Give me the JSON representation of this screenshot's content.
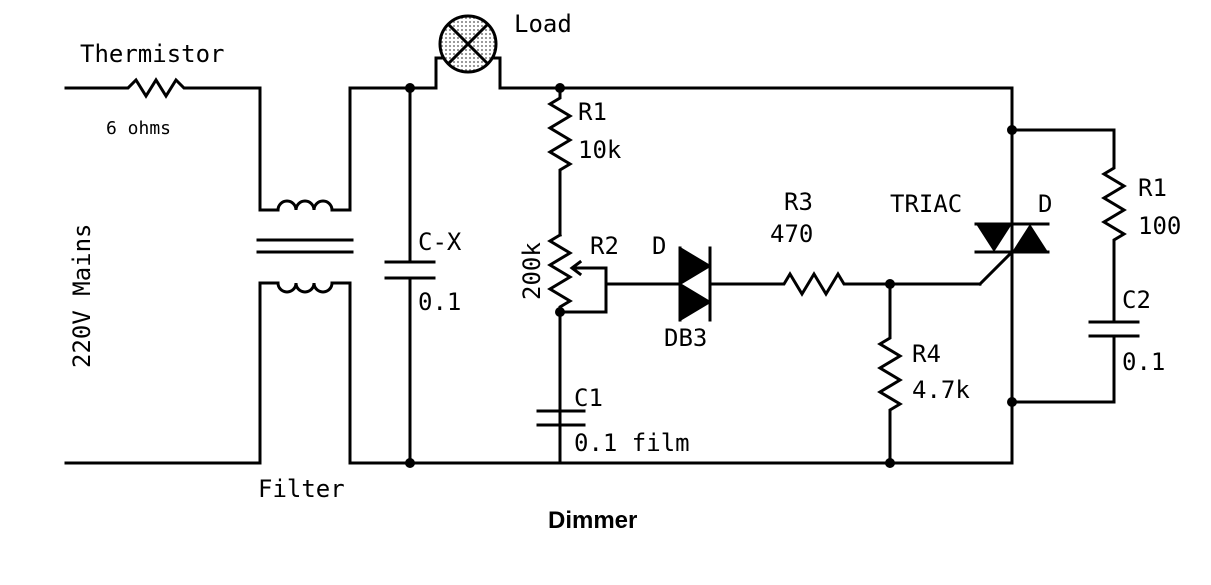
{
  "title": "Dimmer",
  "labels": {
    "thermistor": "Thermistor",
    "thermistor_value": "6 ohms",
    "mains": "220V Mains",
    "filter": "Filter",
    "load": "Load",
    "cx": "C-X",
    "cx_value": "0.1",
    "r1": "R1",
    "r1_value": "10k",
    "r2": "R2",
    "r2_value": "200k",
    "c1": "C1",
    "c1_value": "0.1 film",
    "diac_d": "D",
    "diac": "DB3",
    "r3": "R3",
    "r3_value": "470",
    "r4": "R4",
    "r4_value": "4.7k",
    "triac": "TRIAC",
    "triac_d": "D",
    "snub_r1": "R1",
    "snub_r1_value": "100",
    "c2": "C2",
    "c2_value": "0.1"
  },
  "colors": {
    "ink": "#000000",
    "background": "#ffffff",
    "lamp_fill": "#d0d0d0"
  }
}
